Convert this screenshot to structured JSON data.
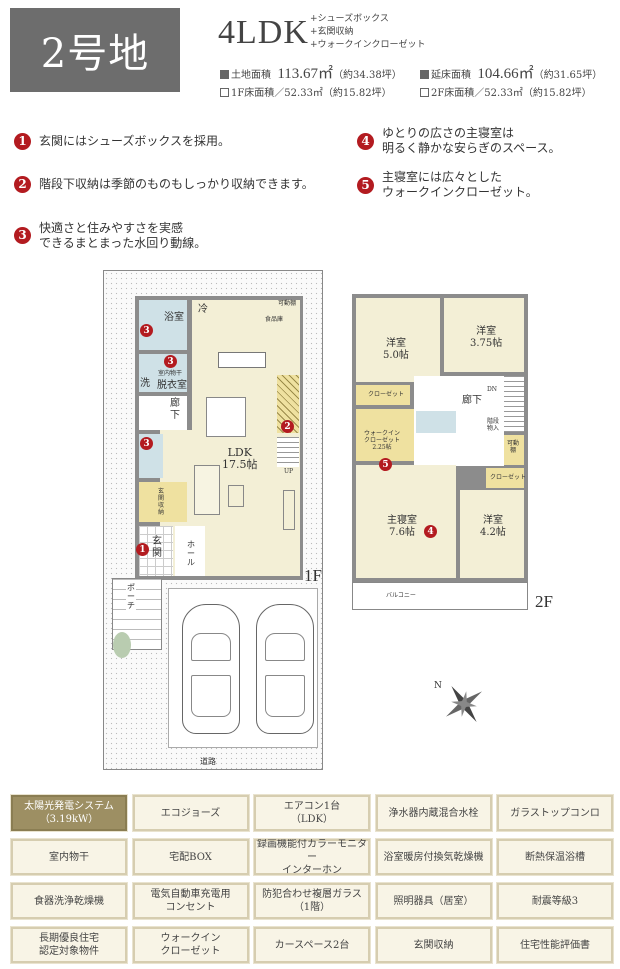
{
  "header": {
    "lot_title": "2号地",
    "layout": "4LDK",
    "notes": [
      "+シューズボックス",
      "+玄関収納",
      "+ウォークインクローゼット"
    ],
    "areas": [
      {
        "label": "土地面積",
        "value": "113.67㎡",
        "tsubo": "（約34.38坪）",
        "style": "filled"
      },
      {
        "label": "延床面積",
        "value": "104.66㎡",
        "tsubo": "（約31.65坪）",
        "style": "filled"
      },
      {
        "label": "1F床面積／52.33㎡",
        "value": "",
        "tsubo": "（約15.82坪）",
        "style": "outline"
      },
      {
        "label": "2F床面積／52.33㎡",
        "value": "",
        "tsubo": "（約15.82坪）",
        "style": "outline"
      }
    ]
  },
  "points": [
    {
      "num": "1",
      "text": "玄関にはシューズボックスを採用。"
    },
    {
      "num": "2",
      "text": "階段下収納は季節のものもしっかり収納できます。"
    },
    {
      "num": "3",
      "text": "快適さと住みやすさを実感\nできるまとまった水回り動線。"
    },
    {
      "num": "4",
      "text": "ゆとりの広さの主寝室は\n明るく静かな安らぎのスペース。"
    },
    {
      "num": "5",
      "text": "主寝室には広々とした\nウォークインクローゼット。"
    }
  ],
  "floor1": {
    "label": "1F",
    "rooms": {
      "bath": "浴室",
      "fridge": "冷",
      "pantry": "食品庫",
      "movable_shelf": "可動棚",
      "laundry": "洗",
      "dressing": "脱衣室",
      "indoor_dry": "室内物干",
      "hall": "廊下",
      "ldk": "LDK\n17.5帖",
      "entry_storage": "玄関収納",
      "entry": "玄関",
      "hall2": "ホール",
      "up": "UP",
      "porch": "ポーチ",
      "road": "道路"
    }
  },
  "floor2": {
    "label": "2F",
    "rooms": {
      "west1": "洋室\n5.0帖",
      "west2": "洋室\n3.75帖",
      "closet": "クローゼット",
      "wic": "ウォークイン\nクローゼット\n2.25帖",
      "hall": "廊下",
      "dn": "DN",
      "under_stair": "階段\n物入",
      "master": "主寝室\n7.6帖",
      "west3": "洋室\n4.2帖",
      "balcony": "バルコニー",
      "movable_shelf": "可動棚"
    }
  },
  "compass": {
    "label": "N",
    "icon": "compass-rose-icon"
  },
  "features": [
    {
      "text": "太陽光発電システム\n（3.19kW）",
      "highlight": true
    },
    {
      "text": "エコジョーズ"
    },
    {
      "text": "エアコン1台\n（LDK）"
    },
    {
      "text": "浄水器内蔵混合水栓"
    },
    {
      "text": "ガラストップコンロ"
    },
    {
      "text": "室内物干"
    },
    {
      "text": "宅配BOX"
    },
    {
      "text": "録画機能付カラーモニター\nインターホン"
    },
    {
      "text": "浴室暖房付換気乾燥機"
    },
    {
      "text": "断熱保温浴槽"
    },
    {
      "text": "食器洗浄乾燥機"
    },
    {
      "text": "電気自動車充電用\nコンセント"
    },
    {
      "text": "防犯合わせ複層ガラス\n（1階）"
    },
    {
      "text": "照明器具（居室）"
    },
    {
      "text": "耐震等級3"
    },
    {
      "text": "長期優良住宅\n認定対象物件"
    },
    {
      "text": "ウォークイン\nクローゼット"
    },
    {
      "text": "カースペース2台"
    },
    {
      "text": "玄関収納"
    },
    {
      "text": "住宅性能評価書"
    }
  ],
  "colors": {
    "accent": "#b31b20",
    "title_bg": "#6d6d6d",
    "highlight_cell": "#9d8f63",
    "floor": "#f3efd6",
    "wet": "#cfe1e7",
    "storage": "#efe1a0"
  }
}
